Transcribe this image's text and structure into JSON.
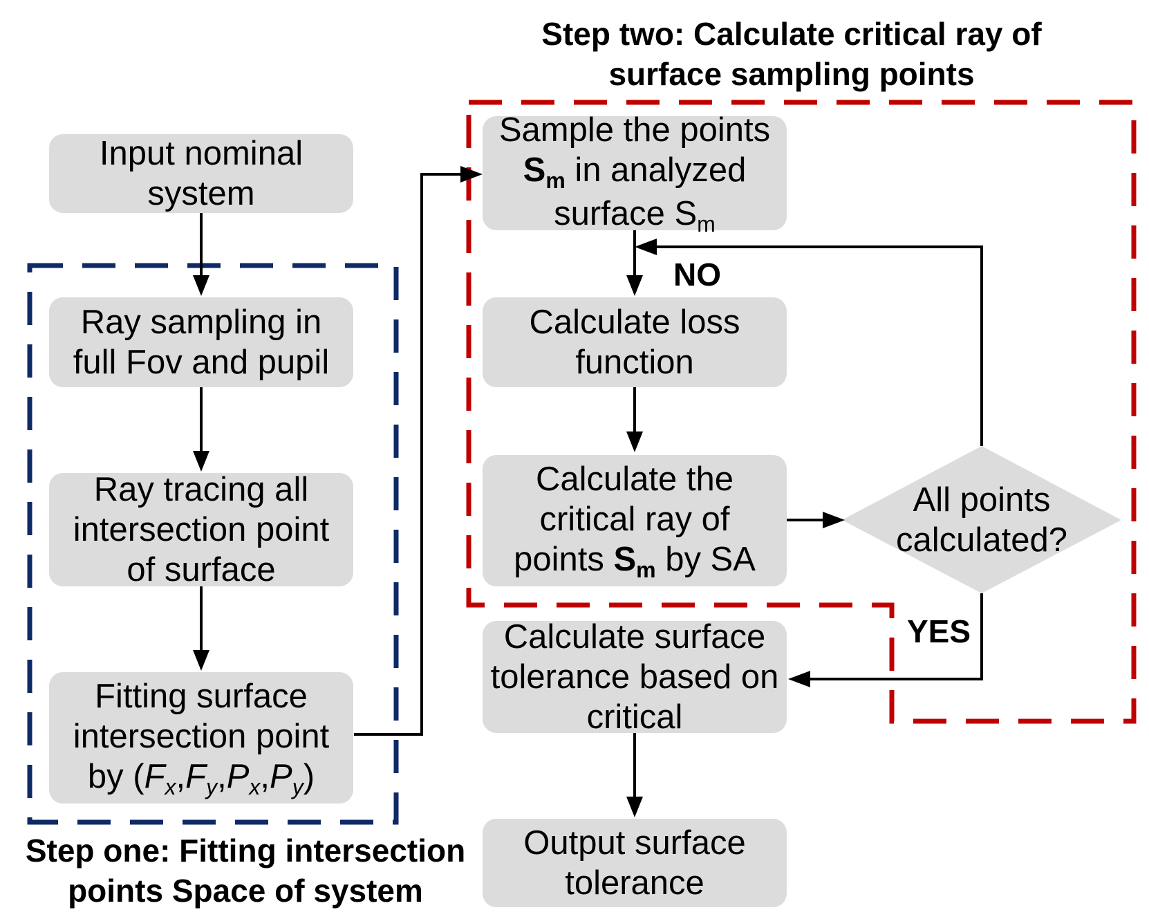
{
  "step_two_title": {
    "line1": "Step two: Calculate critical ray of",
    "line2": "surface sampling points"
  },
  "step_one_title": {
    "line1": "Step one: Fitting intersection",
    "line2": "points Space of system"
  },
  "boxes": {
    "input": {
      "line1": "Input nominal",
      "line2": "system"
    },
    "ray_sampling": {
      "line1": "Ray sampling in",
      "line2": "full Fov and pupil"
    },
    "ray_tracing": {
      "line1": "Ray tracing all",
      "line2": "intersection point",
      "line3": "of surface"
    },
    "fitting": {
      "line1": "Fitting surface",
      "line2": "intersection point",
      "line3_prefix": "by (",
      "f": "F",
      "x": "x",
      "comma": ",",
      "y": "y",
      "p": "P",
      "line3_suffix": ")"
    },
    "sample": {
      "line1": "Sample the points",
      "line2_bold": "S",
      "line2_sub": "m",
      "line2_rest": " in analyzed",
      "line3": "surface S",
      "line3_sub": "m"
    },
    "loss": {
      "line1": "Calculate loss",
      "line2": "function"
    },
    "critical": {
      "line1": "Calculate the",
      "line2": "critical ray of",
      "line3_prefix": "points ",
      "line3_bold": "S",
      "line3_sub": "m",
      "line3_suffix": " by SA"
    },
    "tolerance": {
      "line1": "Calculate surface",
      "line2": "tolerance based on",
      "line3": "critical"
    },
    "output": {
      "line1": "Output surface",
      "line2": "tolerance"
    }
  },
  "decision": {
    "line1": "All points",
    "line2": "calculated?"
  },
  "labels": {
    "no": "NO",
    "yes": "YES"
  },
  "colors": {
    "box_fill": "#dcdcdc",
    "step_one_border": "#0d2a66",
    "step_two_border": "#c00000",
    "arrow": "#000000"
  }
}
